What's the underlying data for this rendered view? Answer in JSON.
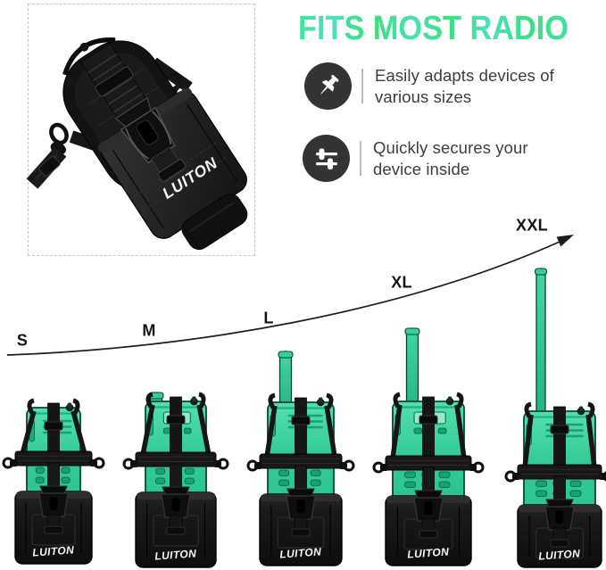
{
  "title": "FITS MOST RADIO",
  "brand_logo": "LUITON",
  "features": [
    {
      "icon": "pushpin-icon",
      "lines": [
        "Easily adapts devices of",
        "various sizes"
      ]
    },
    {
      "icon": "sliders-icon",
      "lines": [
        "Quickly secures your",
        "device inside"
      ]
    }
  ],
  "sizes": [
    {
      "label": "S"
    },
    {
      "label": "M"
    },
    {
      "label": "L"
    },
    {
      "label": "XL"
    },
    {
      "label": "XXL"
    }
  ],
  "colors": {
    "title_green": "#38E27D",
    "title_teal": "#4FDFC2",
    "radio_green": "#2FC794",
    "pouch_black": "#151515",
    "text_dark": "#3D3D3D",
    "divider_gray": "#BDBDBD",
    "arrow_black": "#1C1C1C"
  }
}
